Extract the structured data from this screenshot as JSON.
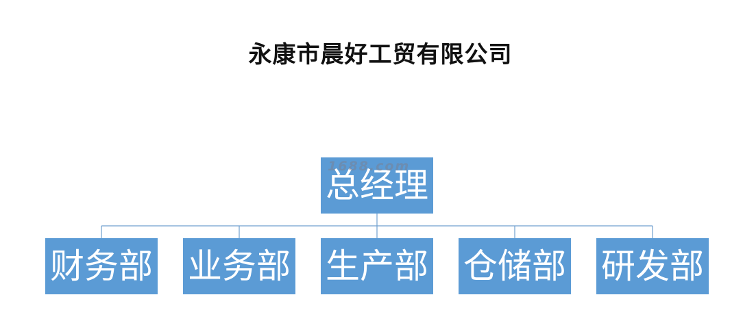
{
  "title": "永康市晨好工贸有限公司",
  "watermark": "1688.com",
  "root": {
    "label": "总经理"
  },
  "departments": [
    {
      "label": "财务部"
    },
    {
      "label": "业务部"
    },
    {
      "label": "生产部"
    },
    {
      "label": "仓储部"
    },
    {
      "label": "研发部"
    }
  ],
  "colors": {
    "box_fill": "#5b9bd5",
    "box_text": "#ffffff",
    "connector": "#6f9fcf"
  }
}
